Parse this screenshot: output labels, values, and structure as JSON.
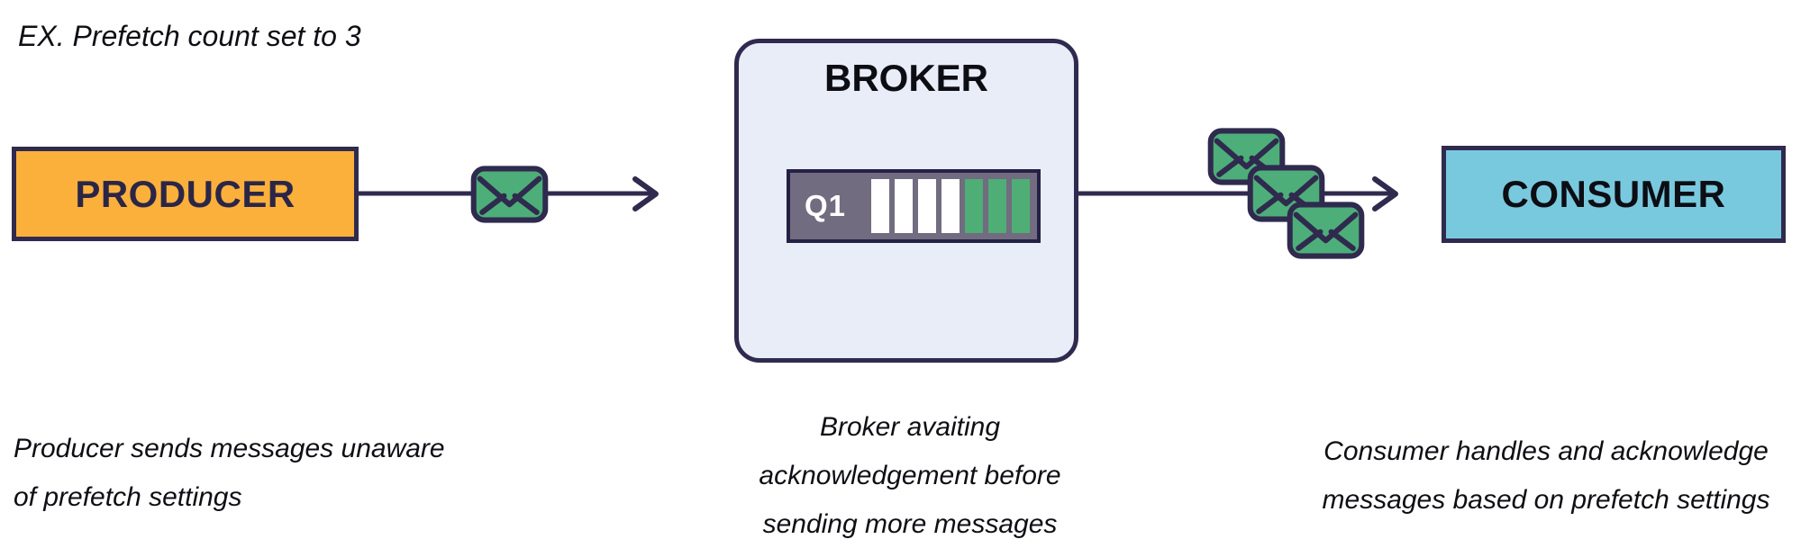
{
  "title": "EX. Prefetch count set to 3",
  "nodes": {
    "producer": {
      "label": "PRODUCER"
    },
    "broker": {
      "label": "BROKER"
    },
    "consumer": {
      "label": "CONSUMER"
    }
  },
  "queue": {
    "label": "Q1",
    "pending_messages": 4,
    "prefetched_messages": 3
  },
  "flows": {
    "producer_to_broker_messages": 1,
    "broker_to_consumer_messages": 3
  },
  "captions": {
    "producer": [
      "Producer sends messages unaware",
      "of prefetch settings"
    ],
    "broker": [
      "Broker avaiting",
      "acknowledgement before",
      "sending more messages"
    ],
    "consumer": [
      "Consumer handles and acknowledge",
      "messages based on prefetch settings"
    ]
  },
  "icons": {
    "message": "envelope-icon",
    "arrowhead": "chevron-right-icon"
  },
  "colors": {
    "navy": "#2F2A4E",
    "ink": "#0E0E14",
    "producer_fill": "#FBB03B",
    "broker_fill": "#E9EDF8",
    "consumer_fill": "#79C9DE",
    "queue_fill": "#716C80",
    "queue_border": "#252045",
    "message_green": "#4DAE79",
    "bar_white": "#FFFFFF",
    "bar_green": "#4FAE75"
  }
}
